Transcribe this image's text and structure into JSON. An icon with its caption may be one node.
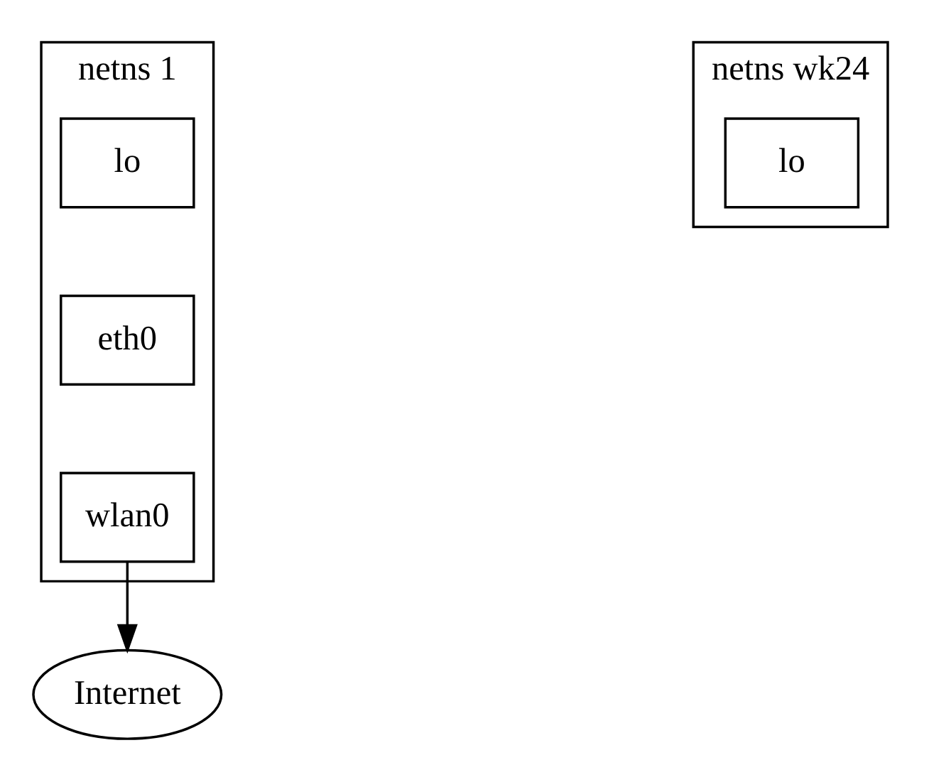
{
  "diagram": {
    "nodes": [
      {
        "text": [
          "netns 1"
        ]
      },
      {
        "text": [
          "lo"
        ],
        "in": 0
      },
      {
        "text": [
          "eth0"
        ],
        "in": 0
      },
      {
        "text": [
          "wlan0"
        ],
        "in": 0
      },
      {
        "text": [
          "netns wk24"
        ]
      },
      {
        "text": [
          "lo"
        ],
        "in": 4
      },
      {
        "text": [
          "Internet"
        ]
      }
    ],
    "edges": [
      {
        "from": 3,
        "to": 6,
        "arrow": "to"
      }
    ]
  }
}
